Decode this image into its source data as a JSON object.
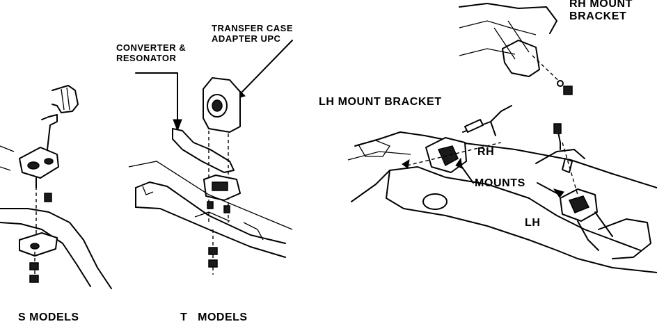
{
  "labels": {
    "converter_resonator": "CONVERTER &\nRESONATOR",
    "transfer_case_adapter": "TRANSFER CASE\nADAPTER UPC",
    "rh_mount_bracket": "RH MOUNT\nBRACKET",
    "lh_mount_bracket": "LH MOUNT BRACKET",
    "rh": "RH",
    "mounts": "MOUNTS",
    "lh": "LH"
  },
  "captions": {
    "s_models": "S MODELS",
    "t_models": "T   MODELS"
  },
  "colors": {
    "ink": "#000000",
    "background": "#ffffff"
  }
}
